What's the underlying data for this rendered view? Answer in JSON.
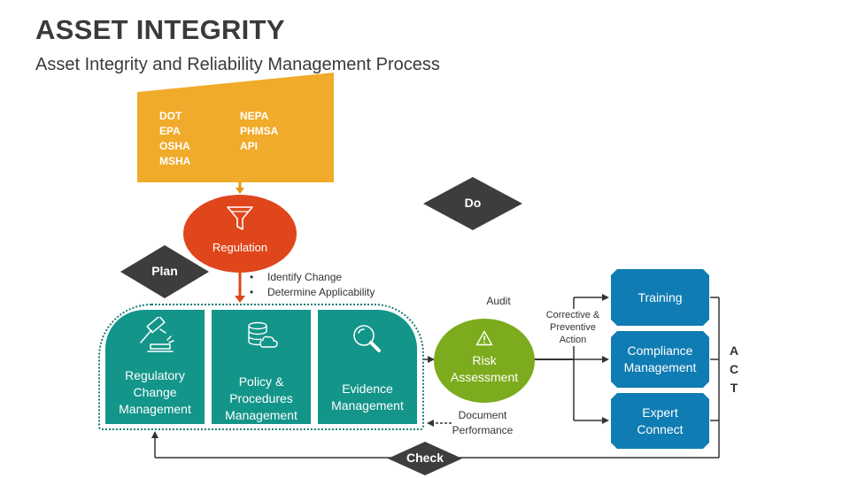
{
  "header": {
    "title": "ASSET INTEGRITY",
    "subtitle": "Asset Integrity and Reliability Management Process"
  },
  "regulators": {
    "left": [
      "DOT",
      "EPA",
      "OSHA",
      "MSHA"
    ],
    "right": [
      "NEPA",
      "PHMSA",
      "API"
    ]
  },
  "regulation": {
    "label": "Regulation",
    "icon": "funnel-icon"
  },
  "phases": {
    "plan": "Plan",
    "do": "Do",
    "check": "Check",
    "act": [
      "A",
      "C",
      "T"
    ]
  },
  "regulation_steps": [
    "Identify Change",
    "Determine Applicability"
  ],
  "management_boxes": [
    {
      "label": [
        "Regulatory",
        "Change",
        "Management"
      ],
      "icon": "gavel-icon"
    },
    {
      "label": [
        "Policy &",
        "Procedures",
        "Management"
      ],
      "icon": "database-cloud-icon"
    },
    {
      "label": [
        "Evidence",
        "Management"
      ],
      "icon": "magnifier-icon"
    }
  ],
  "risk": {
    "label": [
      "Risk",
      "Assessment"
    ],
    "icon": "warning-icon"
  },
  "annotations": {
    "audit": "Audit",
    "document_performance": [
      "Document",
      "Performance"
    ],
    "corrective": [
      "Corrective &",
      "Preventive",
      "Action"
    ]
  },
  "actions": [
    {
      "label": [
        "Training"
      ]
    },
    {
      "label": [
        "Compliance",
        "Management"
      ]
    },
    {
      "label": [
        "Expert",
        "Connect"
      ]
    }
  ],
  "colors": {
    "orange": "#f0ab2a",
    "regulation_red": "#e0461c",
    "teal": "#13958a",
    "green": "#7cac1d",
    "blue": "#0f7cb3",
    "diamond": "#3d3d3d"
  }
}
